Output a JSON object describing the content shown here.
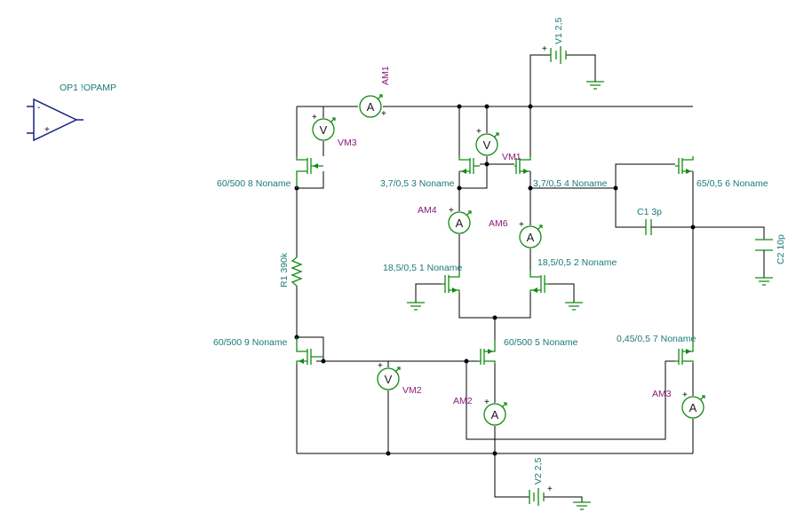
{
  "opamp": {
    "label": "OP1 !OPAMP"
  },
  "sources": {
    "v1": {
      "label": "V1 2,5"
    },
    "v2": {
      "label": "V2 2,5"
    }
  },
  "resistor": {
    "r1": "R1 390k"
  },
  "capacitors": {
    "c1": "C1 3p",
    "c2": "C2 10p"
  },
  "transistors": {
    "m8": "60/500 8 Noname",
    "m3": "3,7/0,5 3 Noname",
    "m4": "3,7/0,5 4 Noname",
    "m6": "65/0,5 6 Noname",
    "m1": "18,5/0,5 1 Noname",
    "m2": "18,5/0,5 2 Noname",
    "m9": "60/500 9 Noname",
    "m5": "60/500 5 Noname",
    "m7": "0,45/0,5 7 Noname"
  },
  "ammeters": {
    "glyph": "A",
    "am1": "AM1",
    "am2": "AM2",
    "am3": "AM3",
    "am4": "AM4",
    "am6": "AM6"
  },
  "voltmeters": {
    "glyph": "V",
    "vm1": "VM1",
    "vm2": "VM2",
    "vm3": "VM3"
  },
  "polarity": {
    "plus": "+",
    "minus": "-"
  },
  "colors": {
    "wire": "#000000",
    "component": "#138a13",
    "label": "#1a7a78",
    "probe_label": "#8a1a78",
    "opamp": "#1a237e"
  }
}
